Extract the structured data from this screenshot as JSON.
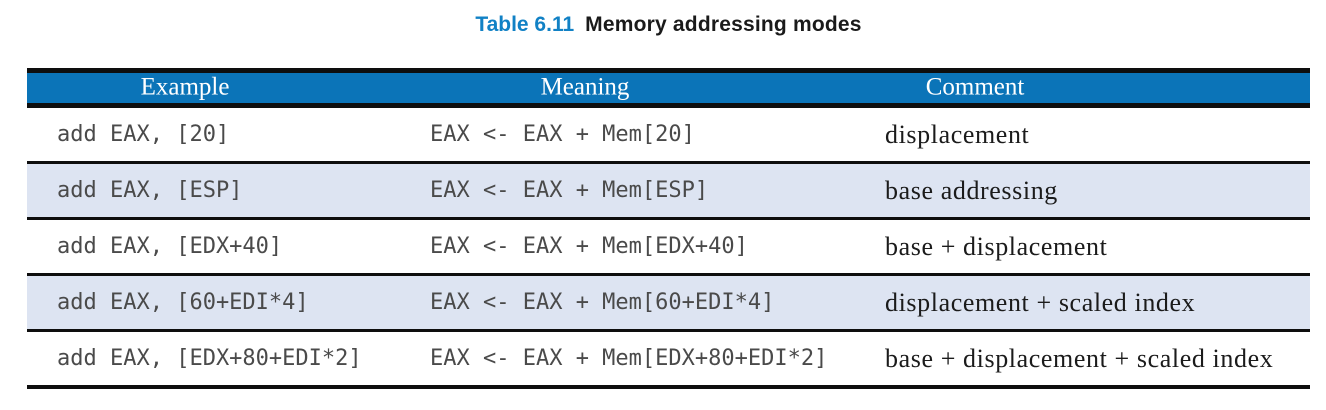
{
  "title": {
    "label": "Table 6.11",
    "text": "Memory addressing modes"
  },
  "colors": {
    "title_blue": "#1181c5",
    "header_bg": "#0b74b8",
    "header_text": "#ffffff",
    "row_alt_bg": "#dde4f2",
    "rule": "#0e0e0e",
    "code_text": "#4a4a4a",
    "comment_text": "#1b1b1b"
  },
  "table": {
    "columns": [
      "Example",
      "Meaning",
      "Comment"
    ],
    "rows": [
      {
        "example": "add EAX, [20]",
        "meaning": "EAX <- EAX + Mem[20]",
        "comment": "displacement"
      },
      {
        "example": "add EAX, [ESP]",
        "meaning": "EAX <- EAX + Mem[ESP]",
        "comment": "base addressing"
      },
      {
        "example": "add EAX, [EDX+40]",
        "meaning": "EAX <- EAX + Mem[EDX+40]",
        "comment": "base + displacement"
      },
      {
        "example": "add EAX, [60+EDI*4]",
        "meaning": "EAX <- EAX + Mem[60+EDI*4]",
        "comment": "displacement + scaled index"
      },
      {
        "example": "add EAX, [EDX+80+EDI*2]",
        "meaning": "EAX <- EAX + Mem[EDX+80+EDI*2]",
        "comment": "base + displacement + scaled index"
      }
    ]
  }
}
